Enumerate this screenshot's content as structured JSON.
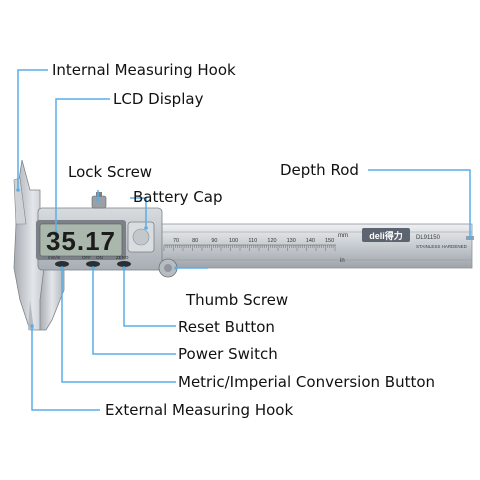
{
  "labels": {
    "internal_hook": "Internal Measuring Hook",
    "lcd_display": "LCD Display",
    "lock_screw": "Lock Screw",
    "battery_cap": "Battery Cap",
    "depth_rod": "Depth Rod",
    "thumb_screw": "Thumb Screw",
    "reset_button": "Reset Button",
    "power_switch": "Power Switch",
    "conversion_button": "Metric/Imperial Conversion Button",
    "external_hook": "External Measuring Hook"
  },
  "device": {
    "reading": "35.17",
    "brand": "deli得力",
    "model": "DL91150",
    "subtitle": "STAINLESS HARDENED",
    "ruler_unit": "mm",
    "in_unit": "in",
    "button_labels": [
      "mm/in",
      "OFF",
      "ON",
      "ZERO"
    ],
    "scale_ticks": [
      "70",
      "80",
      "90",
      "100",
      "110",
      "120",
      "130",
      "140",
      "150"
    ]
  },
  "colors": {
    "leader": "#5aaee8",
    "steel": "#c9ced3",
    "lcd": "#a9b7ac"
  }
}
